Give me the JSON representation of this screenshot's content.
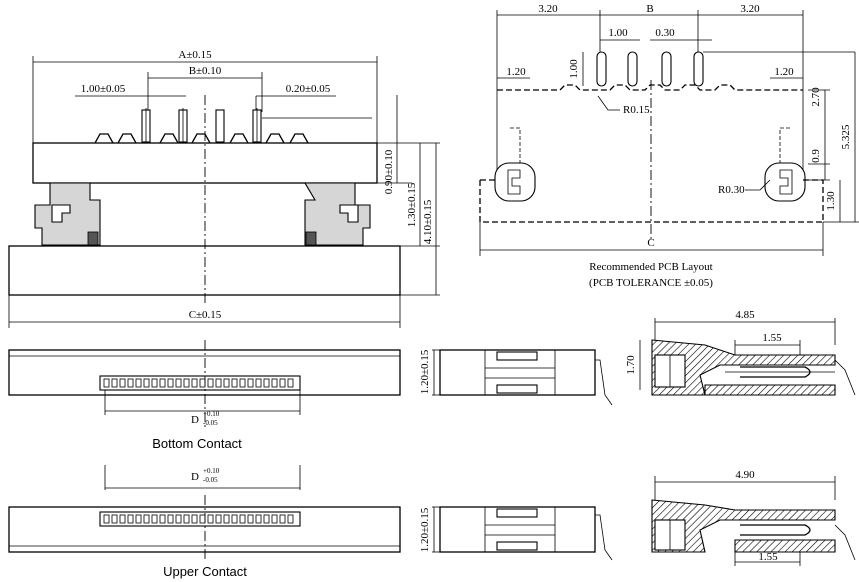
{
  "dims": {
    "a": "A±0.15",
    "b": "B±0.10",
    "pitch": "1.00±0.05",
    "pin_width": "0.20±0.05",
    "h1": "0.90±0.10",
    "h2": "1.30±0.15",
    "h3": "4.10±0.15",
    "c": "C±0.15",
    "d": "D",
    "d_plus": "+0.10",
    "d_minus": "-0.05",
    "thk": "1.20±0.15",
    "len1": "4.85",
    "len2": "1.55",
    "len3": "1.70",
    "len4": "4.90"
  },
  "pcb": {
    "d320": "3.20",
    "b": "B",
    "d100": "1.00",
    "d030": "0.30",
    "d120": "1.20",
    "d100v": "1.00",
    "d270": "2.70",
    "d5325": "5.325",
    "r015": "R0.15",
    "r030": "R0.30",
    "d09": "0.9",
    "d130": "1.30",
    "c": "C",
    "title": "Recommended PCB Layout",
    "tolerance": "(PCB TOLERANCE ±0.05)"
  },
  "labels": {
    "bottom_contact": "Bottom Contact",
    "upper_contact": "Upper Contact"
  }
}
